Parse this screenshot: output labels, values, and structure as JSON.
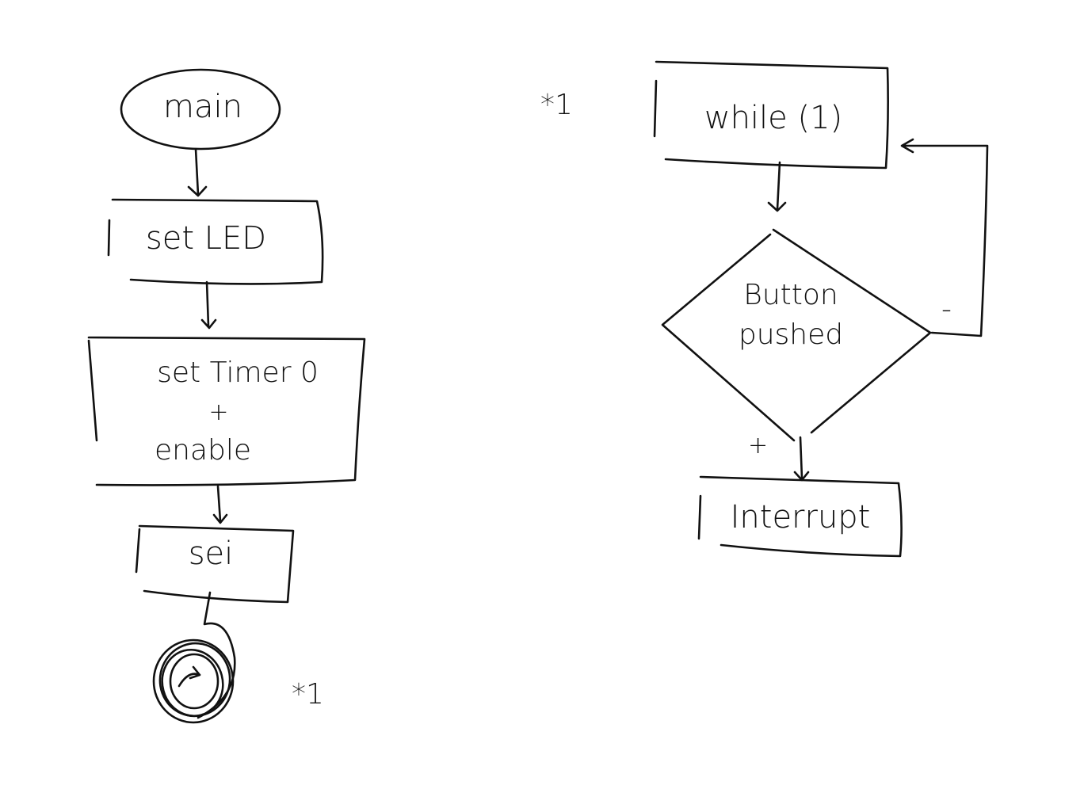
{
  "flowchart_main": {
    "start": "main",
    "step1": "set LED",
    "step2_line1": "set Timer 0",
    "step2_line2": "+",
    "step2_line3": "enable",
    "step3": "sei",
    "end_marker": "*1"
  },
  "flowchart_loop": {
    "marker": "*1",
    "loop": "while (1)",
    "decision_line1": "Button",
    "decision_line2": "pushed",
    "no_label": "-",
    "yes_label": "+",
    "action": "Interrupt"
  }
}
